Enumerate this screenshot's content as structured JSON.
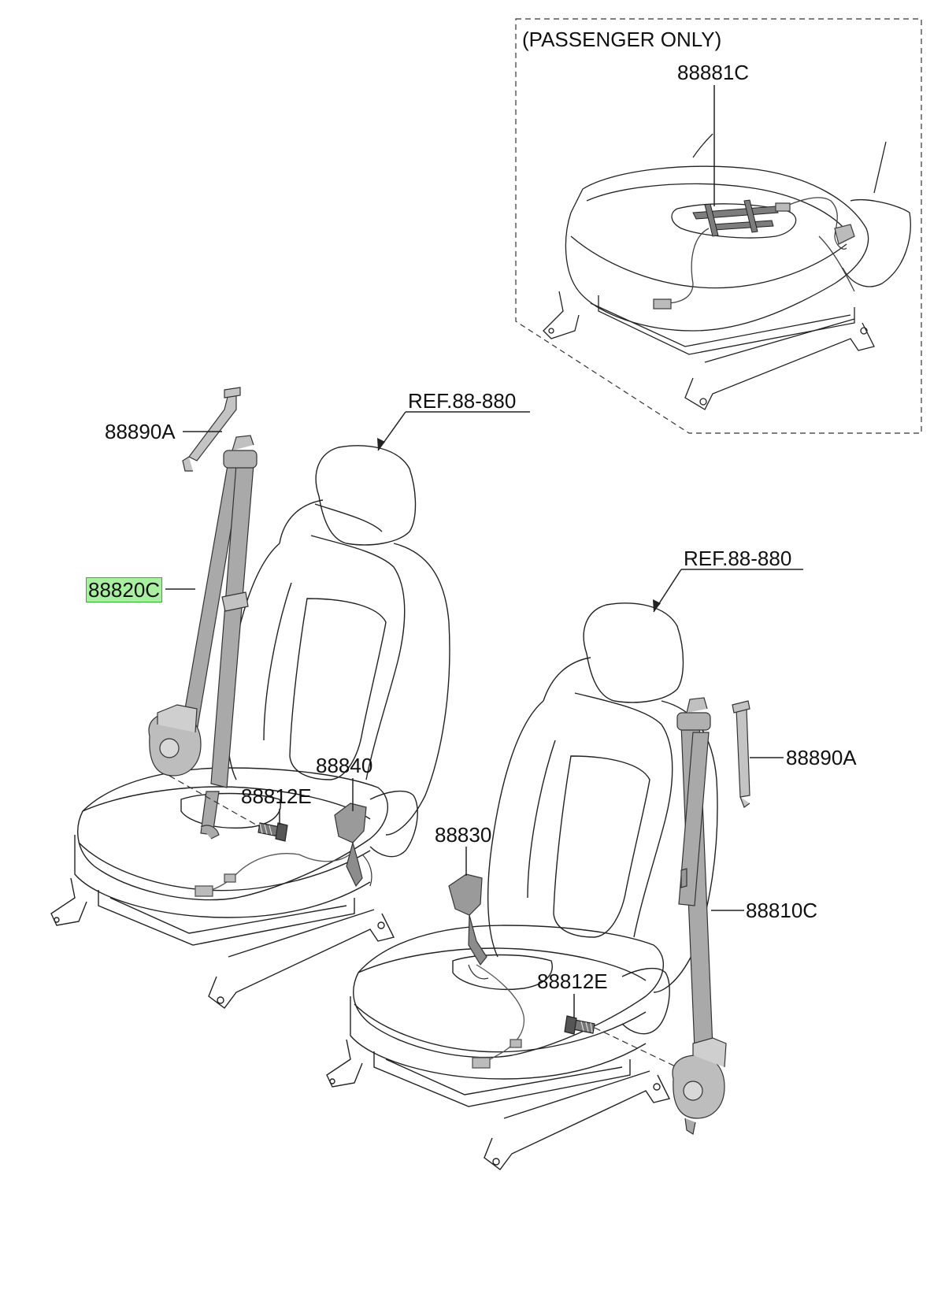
{
  "inset": {
    "note": "(PASSENGER ONLY)"
  },
  "callouts": {
    "sensor_mat": "88881C",
    "ref_left": "REF.88-880",
    "ref_right": "REF.88-880",
    "height_adjuster_left": "88890A",
    "height_adjuster_right": "88890A",
    "belt_left": "88820C",
    "belt_right": "88810C",
    "buckle_left": "88840",
    "buckle_right": "88830",
    "bolt_left": "88812E",
    "bolt_right": "88812E"
  },
  "colors": {
    "line": "#222222",
    "belt": "#a9a9a9",
    "highlight": "#a8f0a0",
    "highlight_border": "#2fb52f"
  }
}
